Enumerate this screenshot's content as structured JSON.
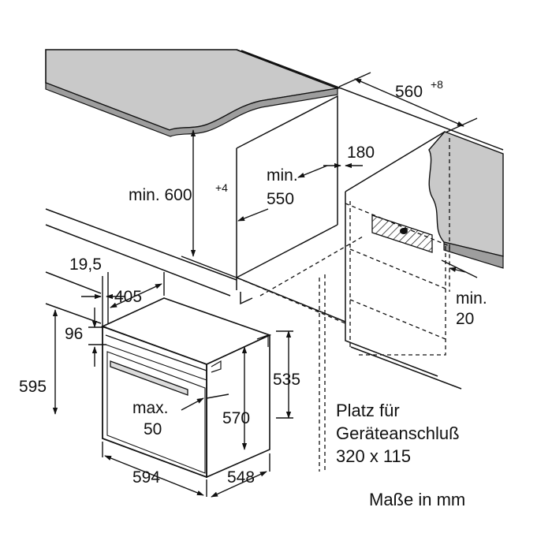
{
  "labels": {
    "depth_niche": "560",
    "depth_niche_tol": "+8",
    "height_niche": "min. 600",
    "height_niche_tol": "+4",
    "min550_a": "min.",
    "min550_b": "550",
    "gap_180": "180",
    "min20_a": "min.",
    "min20_b": "20",
    "d_19_5": "19,5",
    "d_405": "405",
    "d_96": "96",
    "d_595": "595",
    "d_535": "535",
    "d_570": "570",
    "max50_a": "max.",
    "max50_b": "50",
    "d_594": "594",
    "d_548": "548",
    "connection_1": "Platz für",
    "connection_2": "Geräteanschluß",
    "connection_3": "320 x 115",
    "units": "Maße in mm"
  }
}
